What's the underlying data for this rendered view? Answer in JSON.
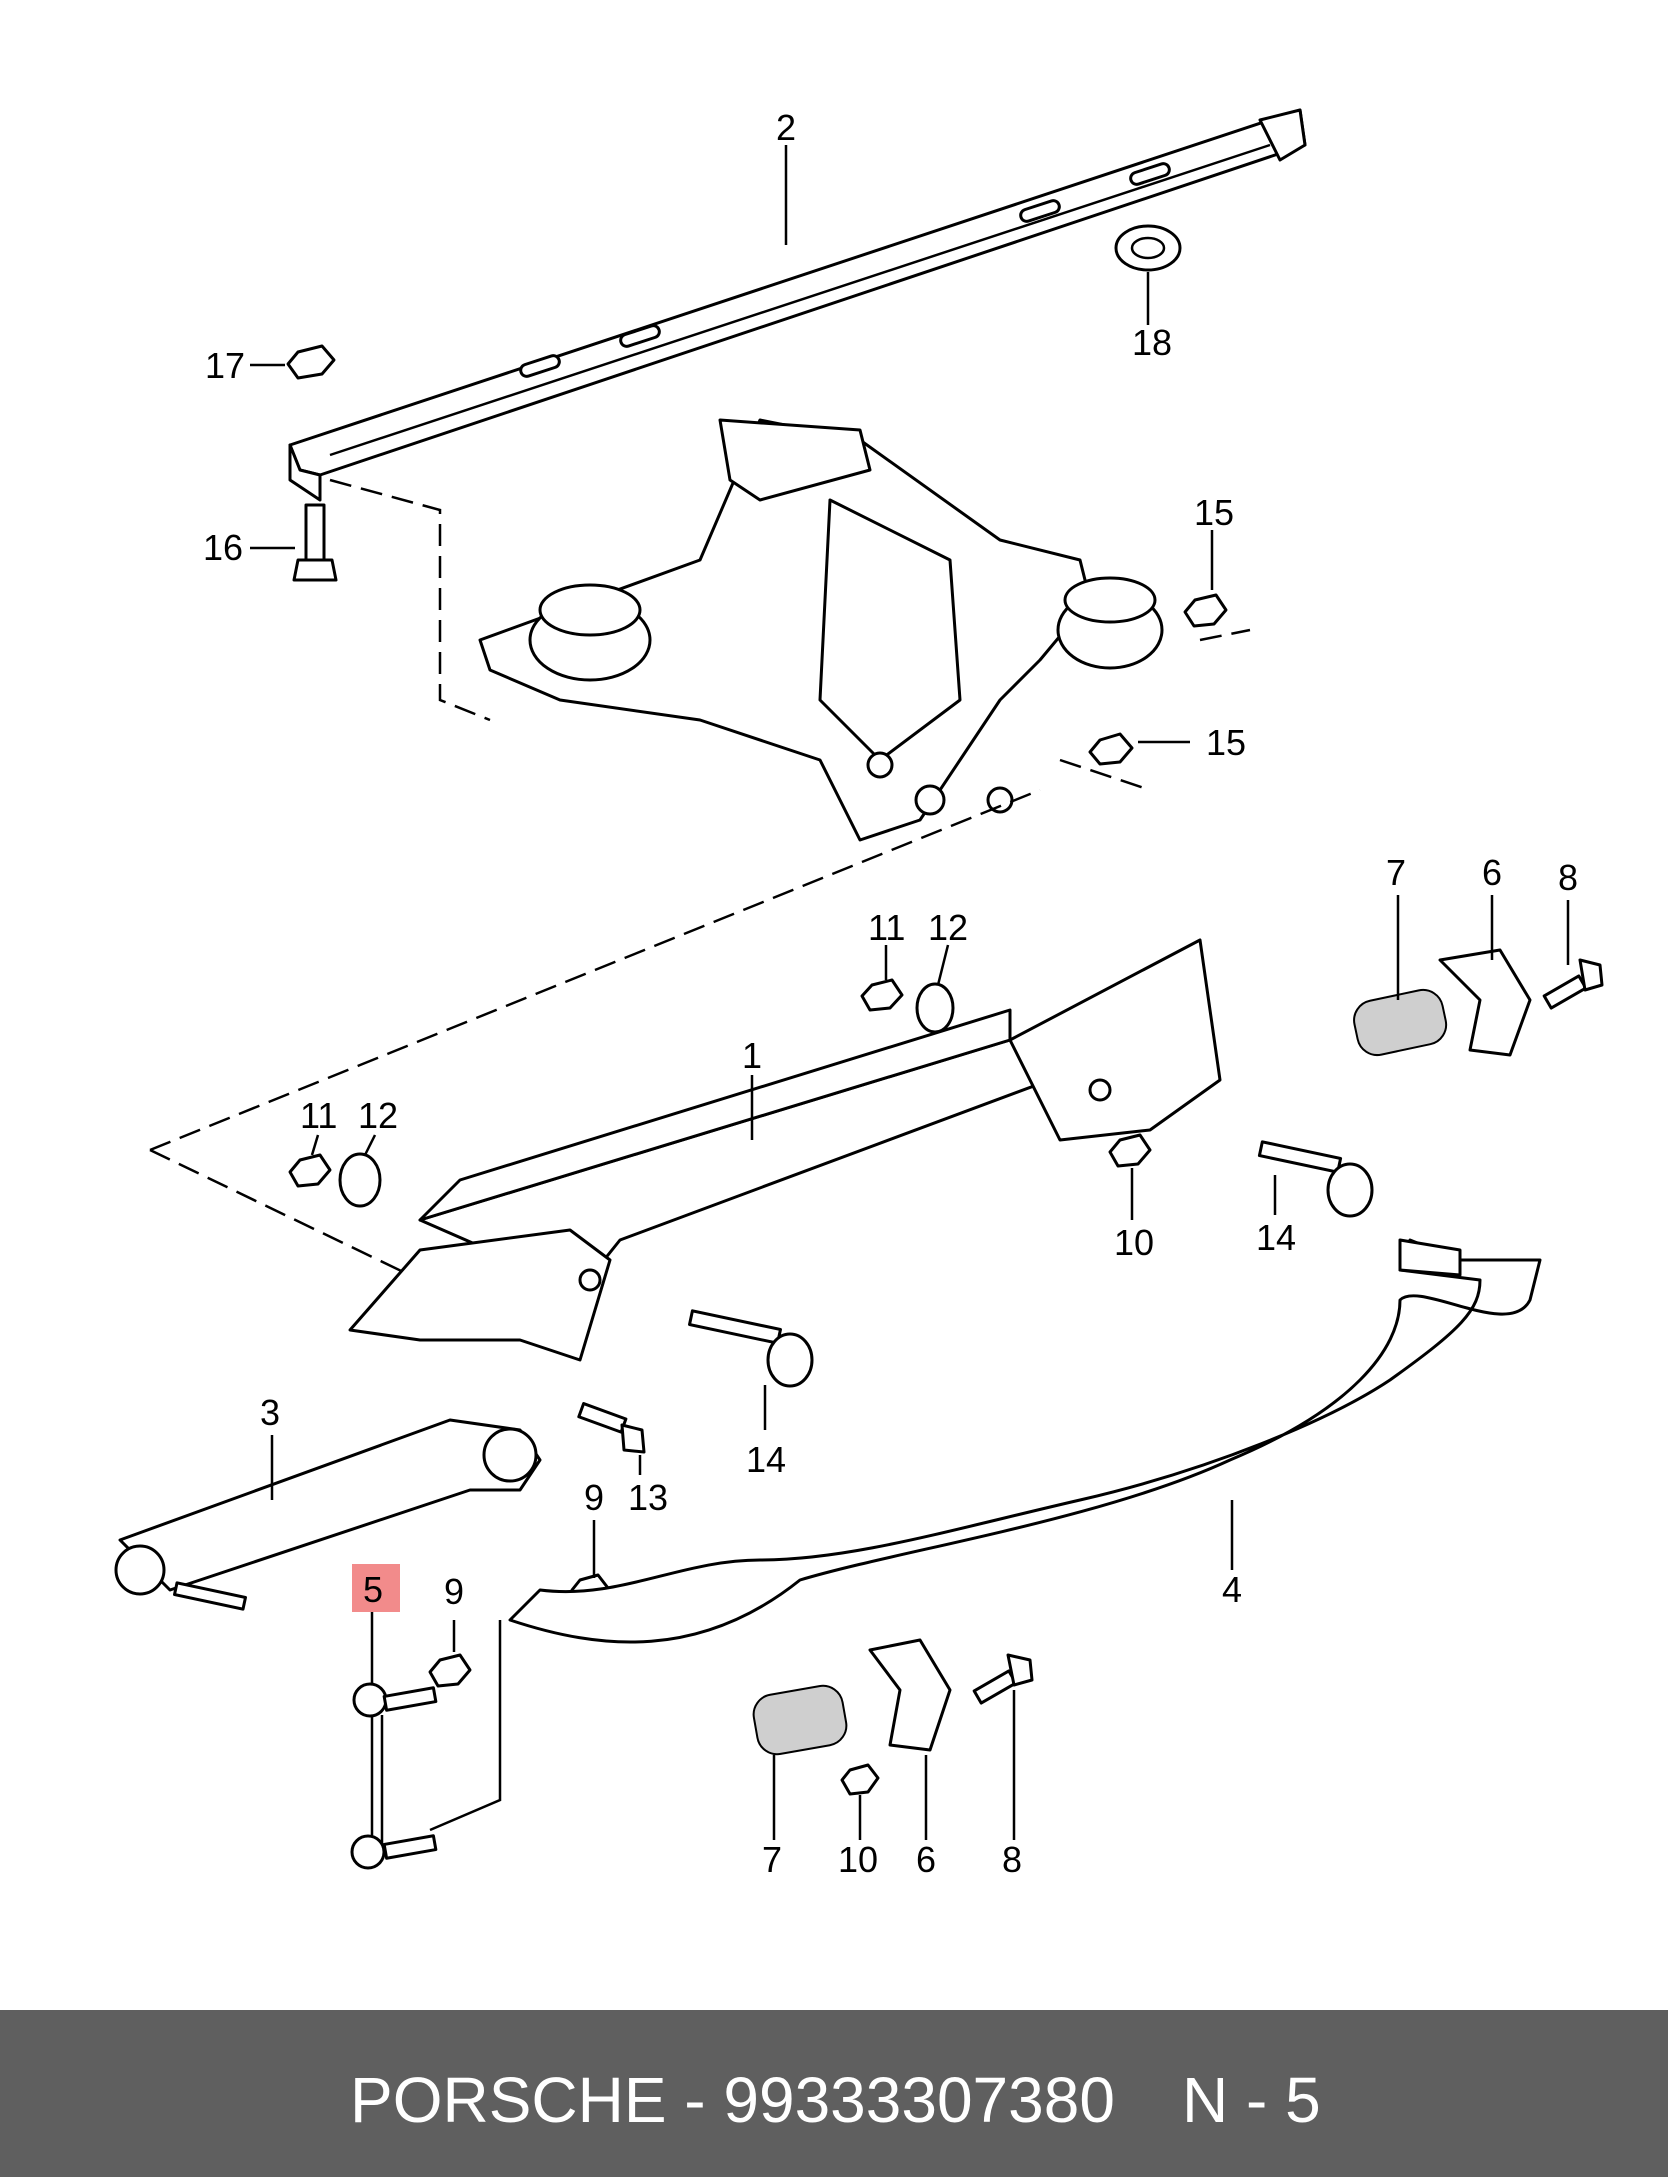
{
  "diagram": {
    "callouts": [
      "2",
      "17",
      "18",
      "16",
      "15",
      "15",
      "7",
      "6",
      "8",
      "11",
      "12",
      "1",
      "11",
      "12",
      "10",
      "14",
      "14",
      "3",
      "13",
      "9",
      "5",
      "9",
      "4",
      "7",
      "10",
      "6",
      "8"
    ],
    "highlight_color": "#f28b8b"
  },
  "footer": {
    "brand_part": "PORSCHE - 99333307380",
    "label": "N - 5",
    "background": "#5f5f5f"
  }
}
